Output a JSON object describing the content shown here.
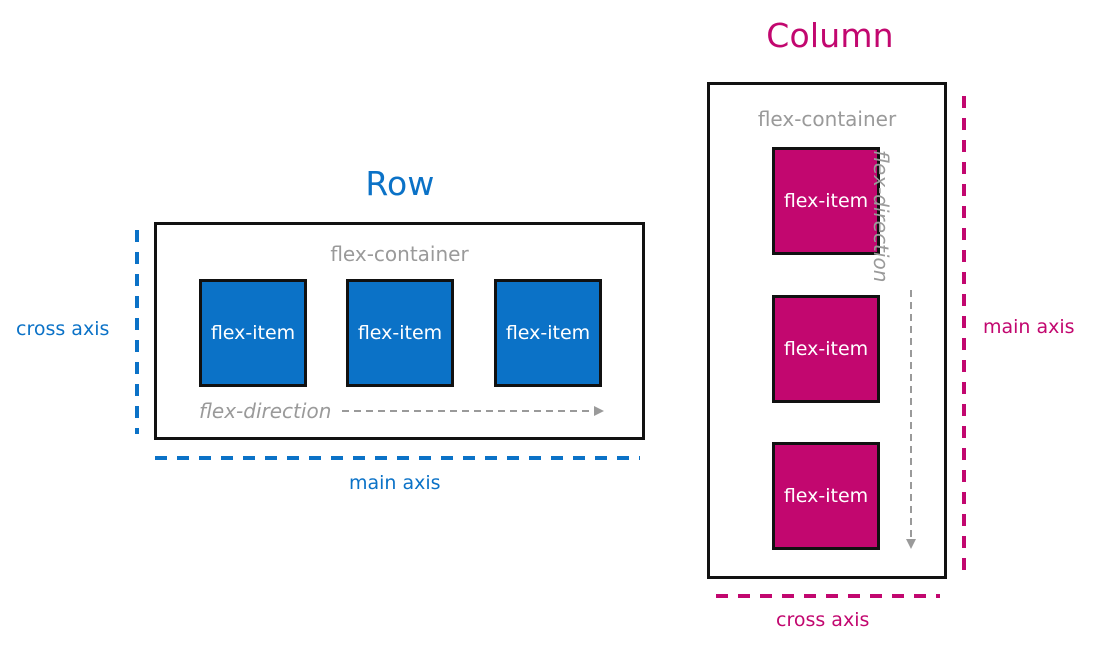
{
  "colors": {
    "row": "#0b72c7",
    "column": "#c2076f",
    "label_gray": "#9a9a9a",
    "border": "#111111"
  },
  "row": {
    "title": "Row",
    "container_label": "flex-container",
    "items": [
      "flex-item",
      "flex-item",
      "flex-item"
    ],
    "direction_label": "flex-direction",
    "main_axis_label": "main axis",
    "cross_axis_label": "cross axis"
  },
  "column": {
    "title": "Column",
    "container_label": "flex-container",
    "items": [
      "flex-item",
      "flex-item",
      "flex-item"
    ],
    "direction_label": "flex-direction",
    "main_axis_label": "main axis",
    "cross_axis_label": "cross axis"
  }
}
